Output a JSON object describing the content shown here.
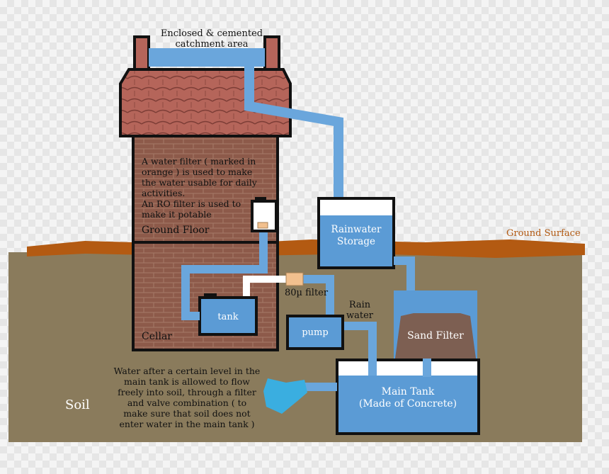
{
  "labels": {
    "catchment_line1": "Enclosed & cemented",
    "catchment_line2": "catchment area",
    "ground_surface": "Ground Surface",
    "filter_note_1": "A water filter ( marked in",
    "filter_note_2": "orange ) is used to make",
    "filter_note_3": "the water usable for daily",
    "filter_note_4": "activities.",
    "filter_note_5": "An RO filter is used to",
    "filter_note_6": "make it potable",
    "ground_floor": "Ground Floor",
    "cellar": "Cellar",
    "tank": "tank",
    "filter_80": "80µ filter",
    "pump": "pump",
    "rain_water_1": "Rain",
    "rain_water_2": "water",
    "rainwater_storage_1": "Rainwater",
    "rainwater_storage_2": "Storage",
    "sand_filter": "Sand Filter",
    "main_tank_1": "Main Tank",
    "main_tank_2": "(Made of Concrete)",
    "soil": "Soil",
    "overflow_note_1": "Water after a certain level in the",
    "overflow_note_2": "main tank is allowed to flow",
    "overflow_note_3": "freely into soil, through a filter",
    "overflow_note_4": "and valve combination ( to",
    "overflow_note_5": "make sure that soil does not",
    "overflow_note_6": "enter water in the main tank )"
  },
  "colors": {
    "water": "#5b9bd5",
    "pipe": "#6aa6dc",
    "soil": "#8a7b5c",
    "ground_surface": "#b35a12",
    "brick": "#8d5a4a",
    "roof": "#b5655a",
    "filter_orange": "#f2c08e",
    "sand": "#7d5f52"
  }
}
